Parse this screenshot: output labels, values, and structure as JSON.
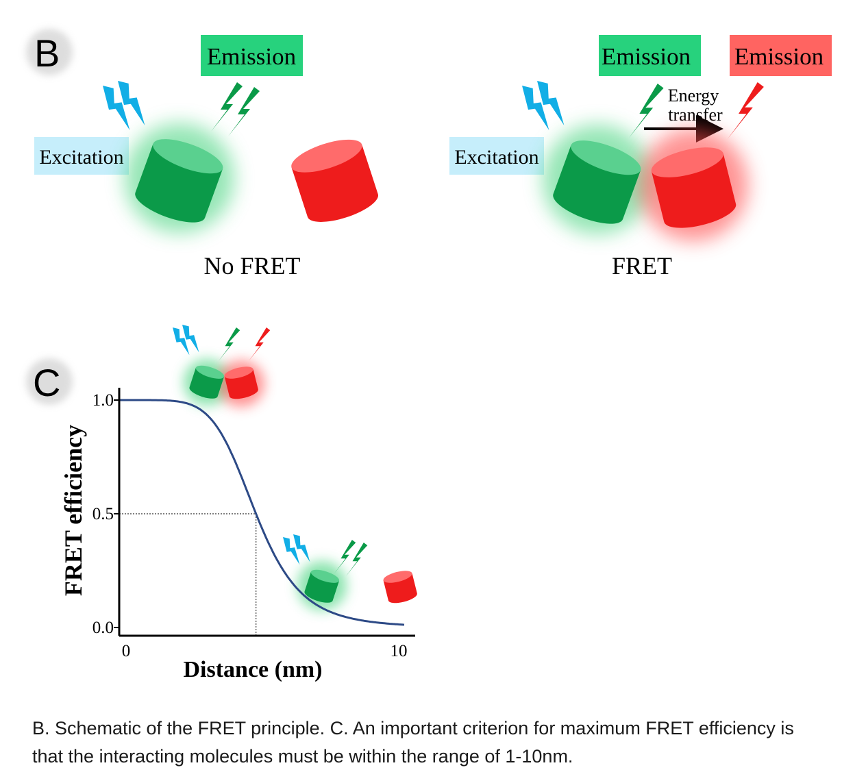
{
  "panel_b": {
    "letter": "B",
    "left": {
      "excitation": "Excitation",
      "emission": "Emission",
      "caption": "No FRET"
    },
    "right": {
      "excitation": "Excitation",
      "emission_green": "Emission",
      "emission_red": "Emission",
      "energy_line1": "Energy",
      "energy_line2": "transfer",
      "caption": "FRET"
    }
  },
  "panel_c": {
    "letter": "C",
    "chart_data": {
      "type": "line",
      "title": "",
      "xlabel": "Distance (nm)",
      "ylabel": "FRET efficiency",
      "xlim": [
        0,
        10
      ],
      "ylim": [
        0,
        1
      ],
      "x_tick_labels": [
        "0",
        "10"
      ],
      "y_tick_labels": [
        "1.0",
        "0.5",
        "0.0"
      ],
      "grid": false,
      "curve": "sigmoid (Förster): E = 1 / (1 + (r/R0)^6)",
      "R0": 4.8,
      "series": [
        {
          "x": [
            0,
            1,
            2,
            3,
            3.5,
            4,
            4.5,
            5,
            5.5,
            6,
            6.5,
            7,
            8,
            9,
            10
          ],
          "y": [
            1.0,
            1.0,
            0.995,
            0.94,
            0.86,
            0.75,
            0.6,
            0.45,
            0.31,
            0.21,
            0.14,
            0.09,
            0.04,
            0.02,
            0.01
          ]
        }
      ],
      "reference": {
        "x": 4.8,
        "y": 0.5,
        "style": "dotted"
      }
    }
  },
  "caption": {
    "text": "B. Schematic of the FRET principle. C. An important criterion for maximum FRET efficiency is that the interacting molecules must be within the range of 1-10nm."
  },
  "colors": {
    "donor": "#0a9a48",
    "acceptor": "#ee1c1c",
    "excitation_bolt": "#12aee6",
    "emission_green_bg": "#27d27d",
    "emission_red_bg": "#ff6461",
    "excitation_bg": "#c6eefb",
    "curve": "#2d4a86"
  }
}
